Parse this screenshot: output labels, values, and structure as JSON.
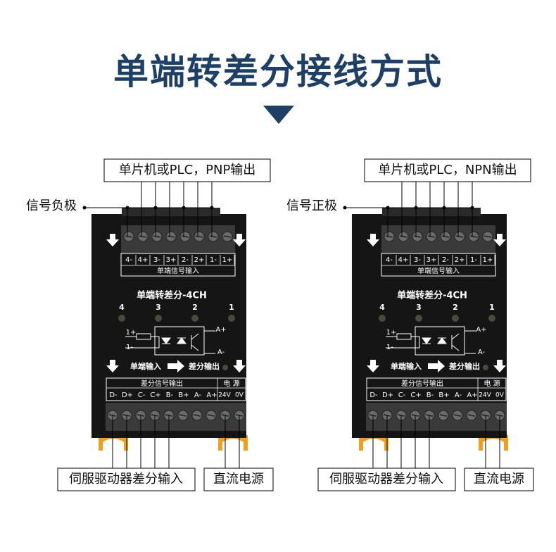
{
  "title": "单端转差分接线方式",
  "colors": {
    "title": "#1e3f66",
    "module": "#151515",
    "foot": "#f0a020",
    "wire": "#000000"
  },
  "modules": [
    {
      "controller_label": "单片机或PLC，PNP输出",
      "side_label": "信号负极",
      "in_terminals": [
        "4-",
        "4+",
        "3-",
        "3+",
        "2-",
        "2+",
        "1-",
        "1+"
      ],
      "in_caption": "单端信号输入",
      "model": "单端转差分-4CH",
      "channels": [
        "4",
        "3",
        "2",
        "1"
      ],
      "circuit": {
        "in_plus": "1+",
        "in_minus": "1-",
        "out_plus": "A+",
        "out_minus": "A-"
      },
      "flow": {
        "from": "单端输入",
        "to": "差分输出"
      },
      "out_caption": "差分信号输出",
      "power_caption": "电 源",
      "out_terminals": [
        "D-",
        "D+",
        "C-",
        "C+",
        "B-",
        "B+",
        "A-",
        "A+"
      ],
      "power_terminals": [
        "24V",
        "0V"
      ],
      "servo_label": "伺服驱动器差分输入",
      "dc_label": "直流电源"
    },
    {
      "controller_label": "单片机或PLC，NPN输出",
      "side_label": "信号正极",
      "in_terminals": [
        "4-",
        "4+",
        "3-",
        "3+",
        "2-",
        "2+",
        "1-",
        "1+"
      ],
      "in_caption": "单端信号输入",
      "model": "单端转差分-4CH",
      "channels": [
        "4",
        "3",
        "2",
        "1"
      ],
      "circuit": {
        "in_plus": "1+",
        "in_minus": "1-",
        "out_plus": "A+",
        "out_minus": "A-"
      },
      "flow": {
        "from": "单端输入",
        "to": "差分输出"
      },
      "out_caption": "差分信号输出",
      "power_caption": "电 源",
      "out_terminals": [
        "D-",
        "D+",
        "C-",
        "C+",
        "B-",
        "B+",
        "A-",
        "A+"
      ],
      "power_terminals": [
        "24V",
        "0V"
      ],
      "servo_label": "伺服驱动器差分输入",
      "dc_label": "直流电源"
    }
  ]
}
